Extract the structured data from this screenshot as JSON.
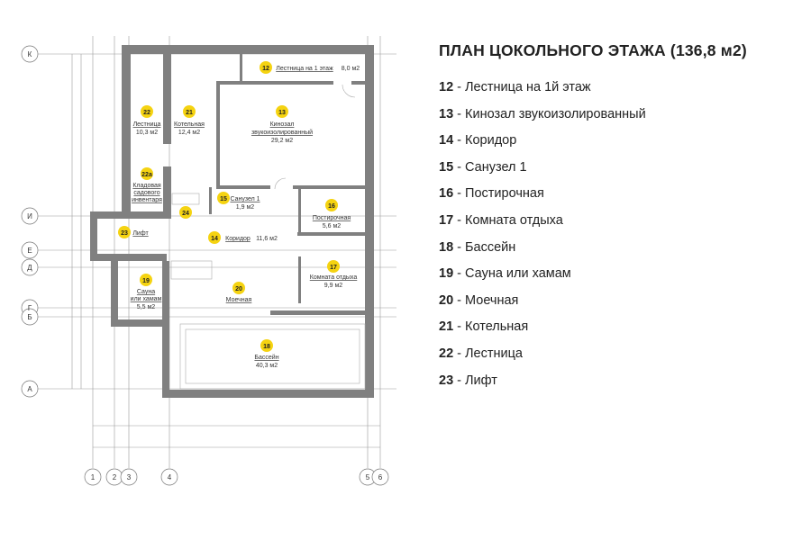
{
  "title": "ПЛАН ЦОКОЛЬНОГО ЭТАЖА (136,8 м2)",
  "legend": [
    {
      "num": "12",
      "name": "Лестница на 1й этаж"
    },
    {
      "num": "13",
      "name": "Кинозал звукоизолированный"
    },
    {
      "num": "14",
      "name": "Коридор"
    },
    {
      "num": "15",
      "name": "Санузел 1"
    },
    {
      "num": "16",
      "name": "Постирочная"
    },
    {
      "num": "17",
      "name": "Комната отдыха"
    },
    {
      "num": "18",
      "name": "Бассейн"
    },
    {
      "num": "19",
      "name": "Сауна или хамам"
    },
    {
      "num": "20",
      "name": "Моечная"
    },
    {
      "num": "21",
      "name": "Котельная"
    },
    {
      "num": "22",
      "name": "Лестница"
    },
    {
      "num": "23",
      "name": "Лифт"
    }
  ],
  "separator": " - ",
  "rooms": {
    "r12": {
      "num": "12",
      "name": "Лестница на 1 этаж",
      "area": "8,0 м2"
    },
    "r13": {
      "num": "13",
      "name": "Кинозал",
      "name2": "звукоизолированный",
      "area": "29,2 м2"
    },
    "r14": {
      "num": "14",
      "name": "Коридор",
      "area": "11,6 м2"
    },
    "r15": {
      "num": "15",
      "name": "Санузел 1",
      "area": "1,9 м2"
    },
    "r16": {
      "num": "16",
      "name": "Постирочная",
      "area": "5,6 м2"
    },
    "r17": {
      "num": "17",
      "name": "Комната отдыха",
      "area": "9,9 м2"
    },
    "r18": {
      "num": "18",
      "name": "Бассейн",
      "area": "40,3 м2"
    },
    "r19": {
      "num": "19",
      "name": "Сауна",
      "name2": "или хамам",
      "area": "5,5 м2"
    },
    "r20": {
      "num": "20",
      "name": "Моечная"
    },
    "r21": {
      "num": "21",
      "name": "Котельная",
      "area": "12,4 м2"
    },
    "r22": {
      "num": "22",
      "name": "Лестница",
      "area": "10,3 м2"
    },
    "r22a": {
      "num": "22а",
      "name": "Кладовая",
      "name2": "садового",
      "name3": "инвентаря"
    },
    "r23": {
      "num": "23",
      "name": "Лифт"
    },
    "r24": {
      "num": "24"
    }
  },
  "axes": {
    "rows": [
      "К",
      "И",
      "Е",
      "Д",
      "Г",
      "Б",
      "А"
    ],
    "cols": [
      "1",
      "2",
      "3",
      "4",
      "5",
      "6"
    ]
  },
  "colors": {
    "wall": "#808080",
    "badge": "#f5d311",
    "grid": "#9a9a9a"
  }
}
